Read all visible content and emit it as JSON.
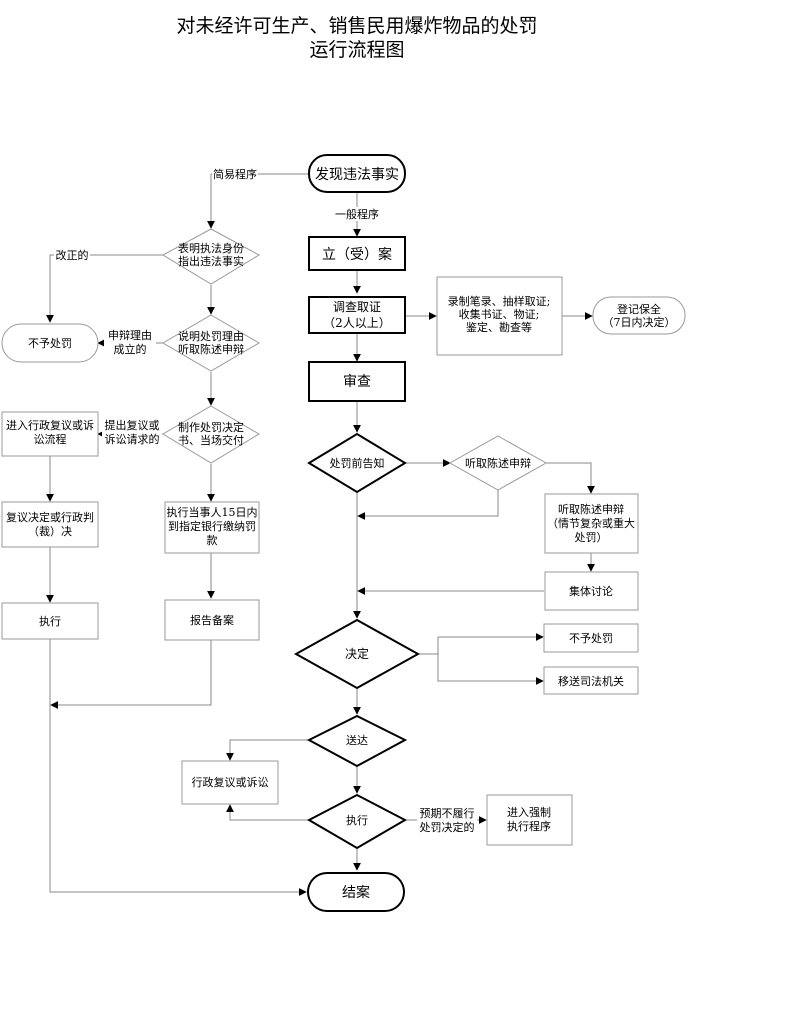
{
  "title": {
    "line1": "对未经许可生产、销售民用爆炸物品的处罚",
    "line2": "运行流程图"
  },
  "nodes": {
    "discover": "发现违法事实",
    "file_case": "立（受）案",
    "investigate_1": "调查取证",
    "investigate_2": "（2人以上）",
    "evidence_1": "录制笔录、抽样取证;",
    "evidence_2": "收集书证、物证;",
    "evidence_3": "鉴定、勘查等",
    "register_1": "登记保全",
    "register_2": "（7日内决定）",
    "review": "审查",
    "pre_notice": "处罚前告知",
    "hear_defense": "听取陈述申辩",
    "hear_complex_1": "听取陈述申辩",
    "hear_complex_2": "（情节复杂或重大",
    "hear_complex_3": "处罚）",
    "group_discussion": "集体讨论",
    "decide": "决定",
    "no_penalty_right": "不予处罚",
    "transfer_judicial": "移送司法机关",
    "deliver": "送达",
    "admin_review": "行政复议或诉讼",
    "execute_center": "执行",
    "enforce_1": "进入强制",
    "enforce_2": "执行程序",
    "close_case": "结案",
    "show_id_1": "表明执法身份",
    "show_id_2": "指出违法事实",
    "explain_1": "说明处罚理由",
    "explain_2": "听取陈述申辩",
    "no_penalty_left": "不予处罚",
    "make_decision_1": "制作处罚决定",
    "make_decision_2": "书、当场交付",
    "pay_fine_1": "执行当事人15日内",
    "pay_fine_2": "到指定银行缴纳罚",
    "pay_fine_3": "款",
    "report_record": "报告备案",
    "enter_review_1": "进入行政复议或诉",
    "enter_review_2": "讼流程",
    "review_decision_1": "复议决定或行政判",
    "review_decision_2": "（裁）决",
    "execute_left": "执行"
  },
  "labels": {
    "simple_procedure": "简易程序",
    "general_procedure": "一般程序",
    "corrected": "改正的",
    "defense_valid_1": "申辩理由",
    "defense_valid_2": "成立的",
    "request_review_1": "提出复议或",
    "request_review_2": "诉讼请求的",
    "overdue_1": "预期不履行",
    "overdue_2": "处罚决定的"
  }
}
